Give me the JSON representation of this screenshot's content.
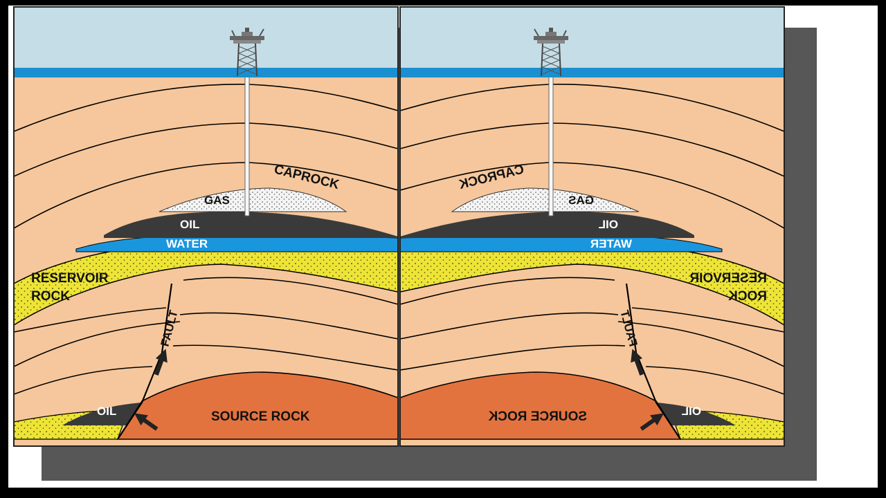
{
  "diagram": {
    "labels": {
      "gas": "GAS",
      "oil": "OIL",
      "water": "WATER",
      "caprock": "CAPROCK",
      "reservoir_line1": "RESERVOIR",
      "reservoir_line2": "ROCK",
      "fault": "FAULT",
      "source_rock": "SOURCE ROCK"
    },
    "colors": {
      "sky": "#c5dde6",
      "sea": "#1b8fd0",
      "strata": "#f6c79c",
      "reservoir": "#ede436",
      "gas": "#f2f2f2",
      "oil": "#3a3a3a",
      "water": "#1a96dd",
      "source_rock": "#e2733f",
      "shadow": "#3a3a3a"
    },
    "icons": [
      "drilling-rig-icon",
      "migration-arrow-icon"
    ],
    "panels": [
      {
        "name": "original-cross-section",
        "mirrored": false
      },
      {
        "name": "mirrored-cross-section",
        "mirrored": true
      }
    ]
  }
}
